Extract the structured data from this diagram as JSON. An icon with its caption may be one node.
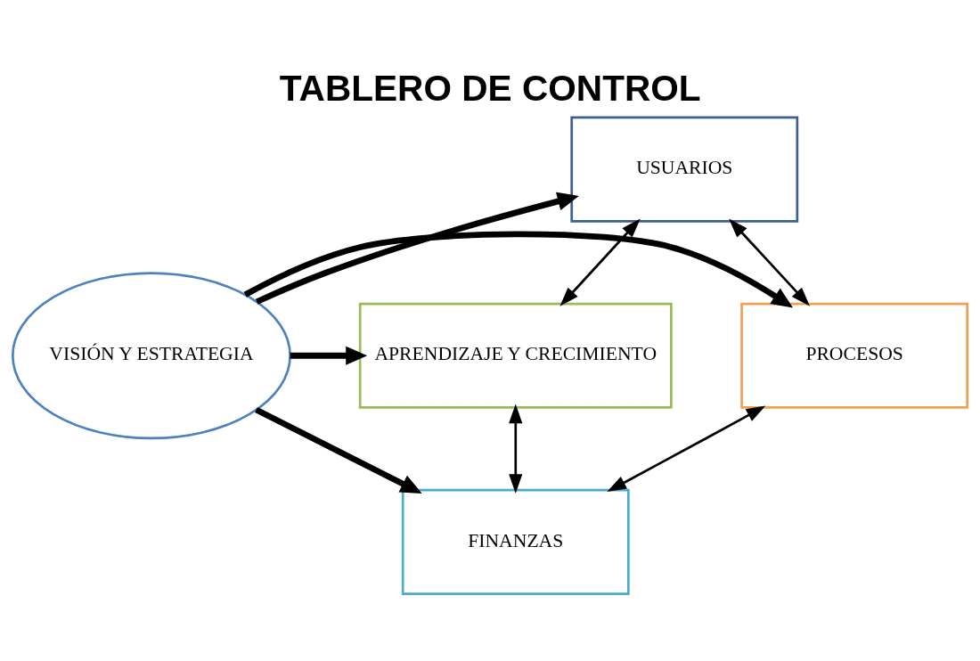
{
  "diagram": {
    "title": "TABLERO DE CONTROL",
    "nodes": [
      {
        "text": [
          "USUARIOS"
        ]
      },
      {
        "text": [
          "PROCESOS"
        ]
      },
      {
        "text": [
          "VISIÓN Y ESTRATEGIA"
        ]
      },
      {
        "text": [
          "APRENDIZAJE Y CRECIMIENTO"
        ]
      },
      {
        "text": [
          "FINANZAS"
        ]
      }
    ],
    "edges": [
      {
        "from": 0,
        "to": 1,
        "arrow": "both"
      },
      {
        "from": 0,
        "to": 3,
        "arrow": "both"
      },
      {
        "from": 2,
        "to": 0,
        "arrow": "to",
        "style": "thick"
      },
      {
        "from": 2,
        "to": 1,
        "arrow": "to",
        "style": "thick"
      },
      {
        "from": 2,
        "to": 3,
        "arrow": "to",
        "style": "thick"
      },
      {
        "from": 2,
        "to": 4,
        "arrow": "to",
        "style": "thick"
      },
      {
        "from": 1,
        "to": 4,
        "arrow": "both"
      },
      {
        "from": 3,
        "to": 4,
        "arrow": "both"
      }
    ]
  }
}
